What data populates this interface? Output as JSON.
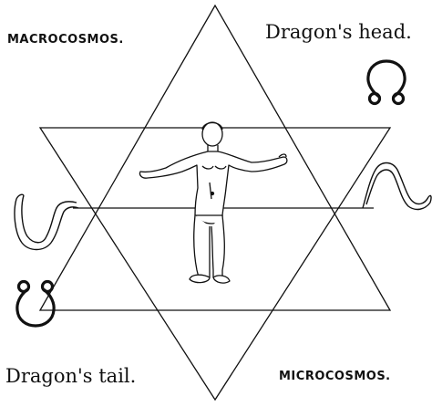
{
  "labels": {
    "macrocosmos": "MACROCOSMOS.",
    "dragons_head": "Dragon's head.",
    "dragons_tail": "Dragon's tail.",
    "microcosmos": "MICROCOSMOS."
  },
  "colors": {
    "ink": "#111111",
    "background": "#ffffff"
  },
  "symbols": [
    "dragons-head-symbol",
    "dragons-tail-symbol",
    "serpent-left",
    "serpent-right",
    "human-figure"
  ]
}
